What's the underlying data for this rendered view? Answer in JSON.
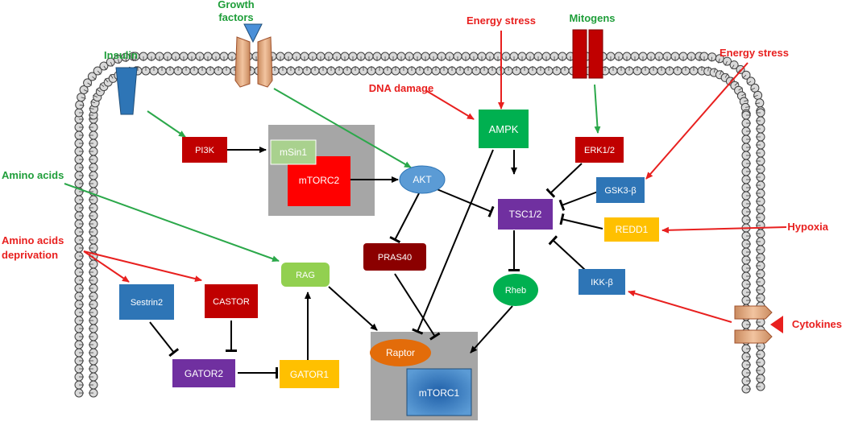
{
  "external_labels": {
    "growth_factors_line1": "Growth",
    "growth_factors_line2": "factors",
    "insulin": "Insulin",
    "energy_stress_top": "Energy stress",
    "mitogens": "Mitogens",
    "energy_stress_right": "Energy stress",
    "dna_damage": "DNA damage",
    "amino_acids": "Amino acids",
    "amino_acids_deprivation_line1": "Amino acids",
    "amino_acids_deprivation_line2": "deprivation",
    "hypoxia": "Hypoxia",
    "cytokines": "Cytokines"
  },
  "nodes": {
    "pi3k": "PI3K",
    "msin1": "mSin1",
    "mtorc2": "mTORC2",
    "akt": "AKT",
    "ampk": "AMPK",
    "erk": "ERK1/2",
    "gsk3b": "GSK3-β",
    "tsc": "TSC1/2",
    "redd1": "REDD1",
    "pras40": "PRAS40",
    "rheb": "Rheb",
    "ikkb": "IKK-β",
    "rag": "RAG",
    "sestrin2": "Sestrin2",
    "castor": "CASTOR",
    "gator2": "GATOR2",
    "gator1": "GATOR1",
    "raptor": "Raptor",
    "mtorc1": "mTORC1"
  },
  "colors": {
    "activation_arrow": "#2ba84a",
    "inhibition_arrow_red": "#e8201f",
    "inhibition_line": "#000000",
    "dark_red": "#c00000",
    "red": "#ff0000",
    "green": "#00b050",
    "blue": "#2e75b6",
    "purple": "#7030a0",
    "yellow": "#ffc000",
    "light_green": "#92d050",
    "orange": "#e36c0a",
    "complex_gray": "#a6a6a6"
  },
  "icons": [
    "insulin-receptor-icon",
    "growth-factor-receptor-icon",
    "mitogen-receptor-icon",
    "cytokine-receptor-icon",
    "cell-membrane-icon"
  ]
}
